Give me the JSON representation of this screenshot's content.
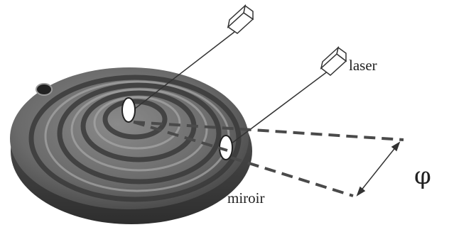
{
  "labels": {
    "laser": "laser",
    "mirror": "miroir",
    "angle": "φ"
  },
  "colors": {
    "background": "#ffffff",
    "plate_dark": "#4d4d4d",
    "plate_mid": "#6e6e6e",
    "plate_light": "#9a9a9a",
    "ink": "#333333"
  },
  "icons": [
    "laser-icon",
    "mirror-icon",
    "angle-arrow-icon"
  ]
}
